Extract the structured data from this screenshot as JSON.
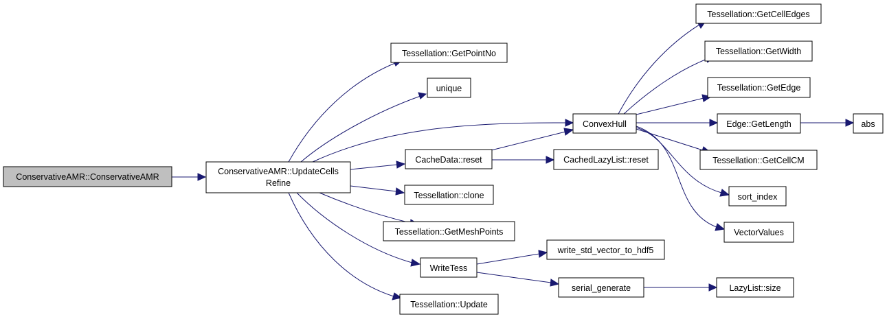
{
  "nodes": {
    "root": {
      "label": "ConservativeAMR::ConservativeAMR"
    },
    "update_cells_refine": {
      "label_line1": "ConservativeAMR::UpdateCells",
      "label_line2": "Refine"
    },
    "get_point_no": {
      "label": "Tessellation::GetPointNo"
    },
    "unique": {
      "label": "unique"
    },
    "cache_data_reset": {
      "label": "CacheData::reset"
    },
    "clone": {
      "label": "Tessellation::clone"
    },
    "get_mesh_points": {
      "label": "Tessellation::GetMeshPoints"
    },
    "write_tess": {
      "label": "WriteTess"
    },
    "tess_update": {
      "label": "Tessellation::Update"
    },
    "convex_hull": {
      "label": "ConvexHull"
    },
    "cached_lazy_list_reset": {
      "label": "CachedLazyList::reset"
    },
    "write_std_vector_to_hdf5": {
      "label": "write_std_vector_to_hdf5"
    },
    "serial_generate": {
      "label": "serial_generate"
    },
    "lazy_list_size": {
      "label": "LazyList::size"
    },
    "get_cell_edges": {
      "label": "Tessellation::GetCellEdges"
    },
    "get_width": {
      "label": "Tessellation::GetWidth"
    },
    "get_edge": {
      "label": "Tessellation::GetEdge"
    },
    "edge_get_length": {
      "label": "Edge::GetLength"
    },
    "abs": {
      "label": "abs"
    },
    "get_cell_cm": {
      "label": "Tessellation::GetCellCM"
    },
    "sort_index": {
      "label": "sort_index"
    },
    "vector_values": {
      "label": "VectorValues"
    }
  },
  "colors": {
    "edge": "#191970",
    "root_fill": "#bfbfbf",
    "node_fill": "#ffffff",
    "node_border": "#000000"
  }
}
